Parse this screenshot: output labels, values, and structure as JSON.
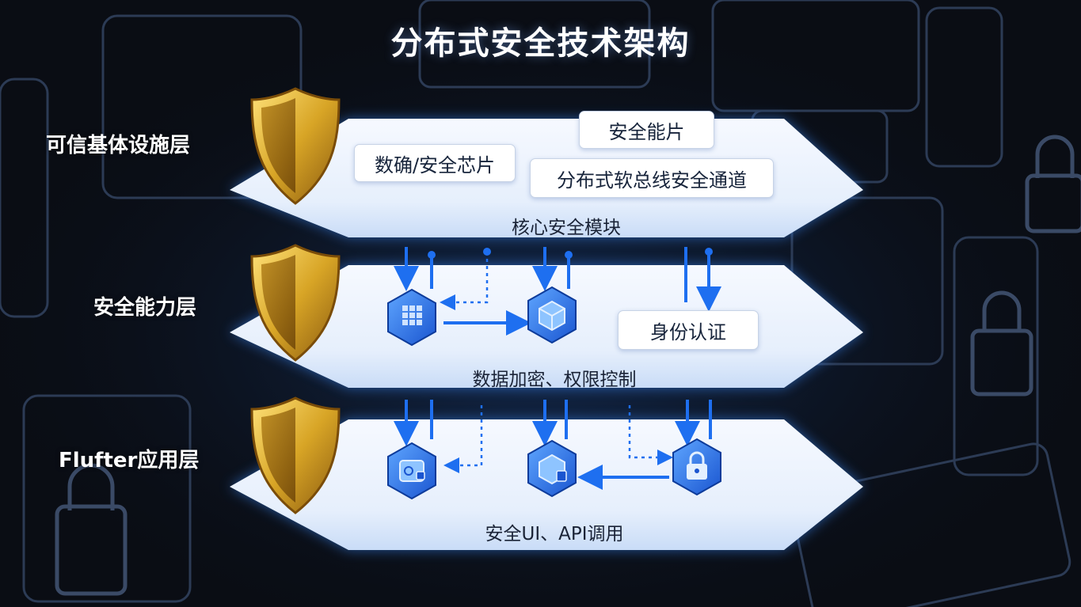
{
  "title": "分布式安全技术架构",
  "layers": [
    {
      "label": "可信基体设施层",
      "caption": "核心安全模块",
      "boxes": [
        "数确/安全芯片",
        "安全能片",
        "分布式软总线安全通道"
      ]
    },
    {
      "label": "安全能力层",
      "caption": "数据加密、权限控制",
      "boxes": [
        "身份认证"
      ]
    },
    {
      "label": "Flufter应用层",
      "caption": "安全UI、API调用",
      "boxes": []
    }
  ],
  "icons": {
    "shield": "shield-icon",
    "grid_cube": "grid-cube-icon",
    "cube": "cube-icon",
    "safe_box": "safe-box-icon",
    "cube_lock": "cube-lock-icon",
    "padlock": "padlock-icon"
  },
  "colors": {
    "background": "#0a0d14",
    "accent": "#1e6ff0",
    "platform": "#e9f1fd",
    "glow": "#3a8cff",
    "shield_gold": "#d8a526"
  }
}
